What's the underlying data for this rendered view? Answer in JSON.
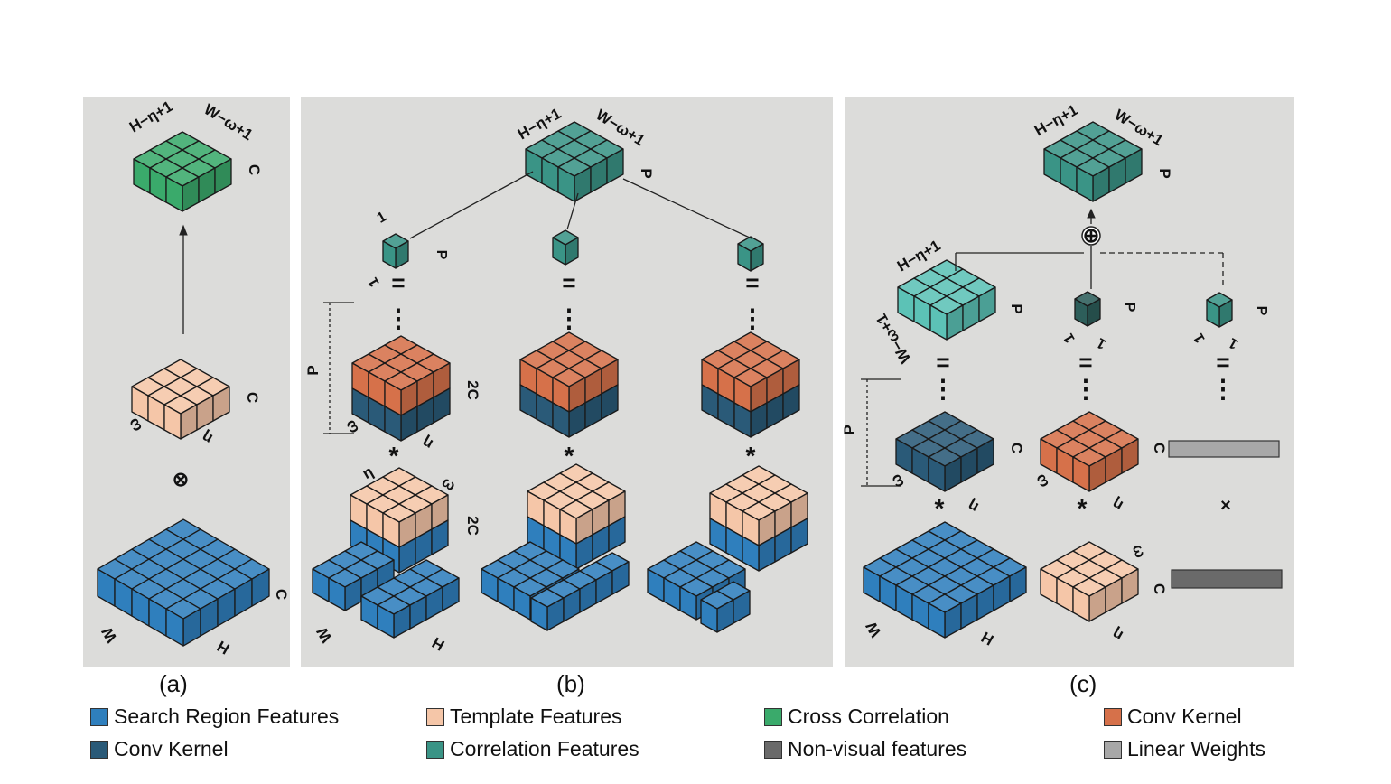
{
  "colors": {
    "panel_bg": "#dcdcda",
    "search_region": "#2f7fbd",
    "template": "#f5c6a8",
    "cross_correlation": "#3aaa6b",
    "conv_kernel_orange": "#d6714a",
    "conv_kernel_dark": "#2a5a78",
    "correlation": "#3a9486",
    "correlation_light": "#5cc2b6",
    "correlation_dark": "#2d5e5a",
    "non_visual": "#6a6a6a",
    "linear_weights": "#a8a8a8"
  },
  "panels": {
    "a": {
      "label": "(a)",
      "out_dims": {
        "h": "H−η+1",
        "w": "W−ω+1",
        "d": "C"
      },
      "template_dims": {
        "w": "ω",
        "h": "η",
        "d": "C"
      },
      "operator": "⊗",
      "search_dims": {
        "w": "W",
        "h": "H",
        "d": "C"
      }
    },
    "b": {
      "label": "(b)",
      "out_dims": {
        "h": "H−η+1",
        "w": "W−ω+1",
        "d": "P"
      },
      "unit_dims": {
        "top": "1",
        "side": "1",
        "d": "P"
      },
      "eq": "=",
      "dots": "⋮",
      "kernel_dims": {
        "p": "P",
        "d": "2C",
        "w": "ω",
        "h": "η"
      },
      "template_dims": {
        "top_h": "η",
        "top_w": "ω",
        "d": "2C"
      },
      "conv": "*",
      "search_dims": {
        "w": "W",
        "h": "H"
      }
    },
    "c": {
      "label": "(c)",
      "out_dims": {
        "h": "H−η+1",
        "w": "W−ω+1",
        "d": "P"
      },
      "plus": "⊕",
      "map_dims": {
        "top": "H−η+1",
        "side": "W−ω+1",
        "d": "P"
      },
      "unit_dims": {
        "a": "1",
        "b": "1",
        "d": "P"
      },
      "eq": "=",
      "dots": "⋮",
      "kernel_dims": {
        "p": "P",
        "d": "C",
        "w": "ω",
        "h": "η"
      },
      "conv": "*",
      "times": "×",
      "search_dims": {
        "w": "W",
        "h": "H"
      },
      "template_dims": {
        "w": "ω",
        "d": "C",
        "h": "η"
      }
    }
  },
  "legend": [
    {
      "label": "Search Region Features",
      "color": "#2f7fbd"
    },
    {
      "label": "Template Features",
      "color": "#f5c6a8"
    },
    {
      "label": "Cross Correlation",
      "color": "#3aaa6b"
    },
    {
      "label": "Conv Kernel",
      "color": "#d6714a"
    },
    {
      "label": "Conv Kernel",
      "color": "#2a5a78"
    },
    {
      "label": "Correlation Features",
      "color": "#3a9486"
    },
    {
      "label": "Non-visual features",
      "color": "#6a6a6a"
    },
    {
      "label": "Linear Weights",
      "color": "#a8a8a8"
    }
  ]
}
